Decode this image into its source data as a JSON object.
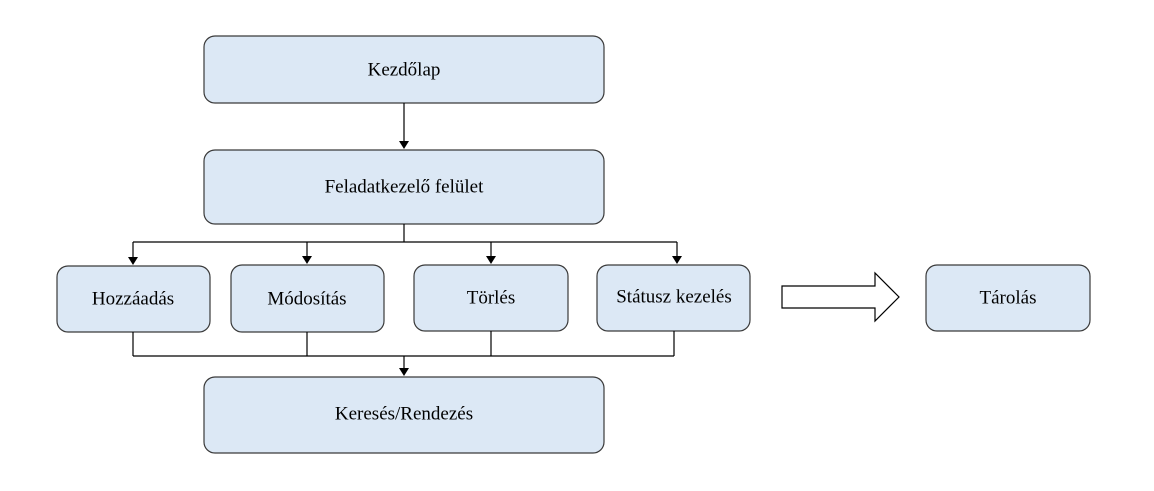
{
  "nodes": {
    "kezdolap": "Kezdőlap",
    "feladatkezelo": "Feladatkezelő felület",
    "hozzaadas": "Hozzáadás",
    "modositas": "Módosítás",
    "torles": "Törlés",
    "statusz": "Státusz kezelés",
    "kereses": "Keresés/Rendezés",
    "tarolas": "Tárolás"
  },
  "colors": {
    "box_fill": "#dce8f5",
    "box_stroke": "#3a3a3a",
    "line": "#000000"
  }
}
